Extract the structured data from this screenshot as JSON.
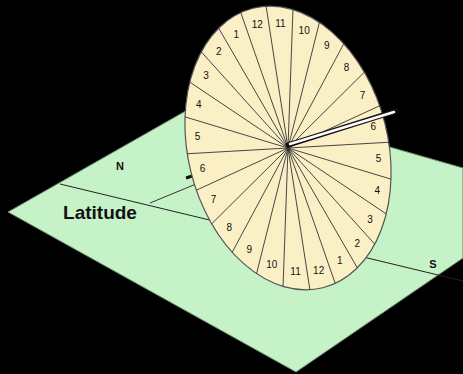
{
  "diagram": {
    "labels": [
      "N",
      "Latitude",
      "S",
      "12",
      "1",
      "2",
      "3",
      "4",
      "5",
      "6",
      "7",
      "8",
      "9",
      "10",
      "11",
      "12",
      "1",
      "2",
      "3",
      "4",
      "5",
      "6",
      "7",
      "8",
      "9",
      "10",
      "11"
    ]
  }
}
